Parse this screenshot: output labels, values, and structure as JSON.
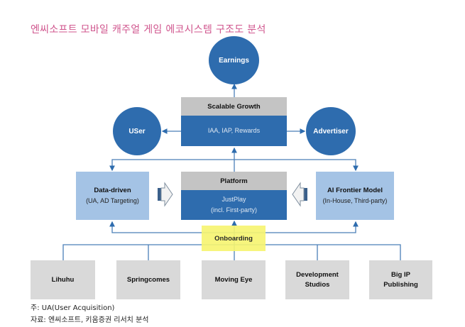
{
  "title": "엔씨소프트 모바일 캐주얼 게임 에코시스템 구조도 분석",
  "nodes": {
    "earnings": "Earnings",
    "user": "USer",
    "advertiser": "Advertiser",
    "scalable_growth": {
      "header": "Scalable Growth",
      "body": "IAA, IAP, Rewards"
    },
    "platform": {
      "header": "Platform",
      "line1": "JustPlay",
      "line2": "(incl. First-party)"
    },
    "data_driven": {
      "title": "Data-driven",
      "subtitle": "(UA, AD Targeting)"
    },
    "ai_frontier": {
      "title": "AI Frontier Model",
      "subtitle": "(In-House, Third-party)"
    },
    "onboarding": "Onboarding",
    "studios": [
      {
        "line1": "Lihuhu",
        "line2": ""
      },
      {
        "line1": "Springcomes",
        "line2": ""
      },
      {
        "line1": "Moving Eye",
        "line2": ""
      },
      {
        "line1": "Development",
        "line2": "Studios"
      },
      {
        "line1": "Big IP",
        "line2": "Publishing"
      }
    ]
  },
  "notes": {
    "footnote": "주: UA(User Acquisition)",
    "source": "자료: 엔씨소프트, 키움증권 리서치 분석"
  }
}
